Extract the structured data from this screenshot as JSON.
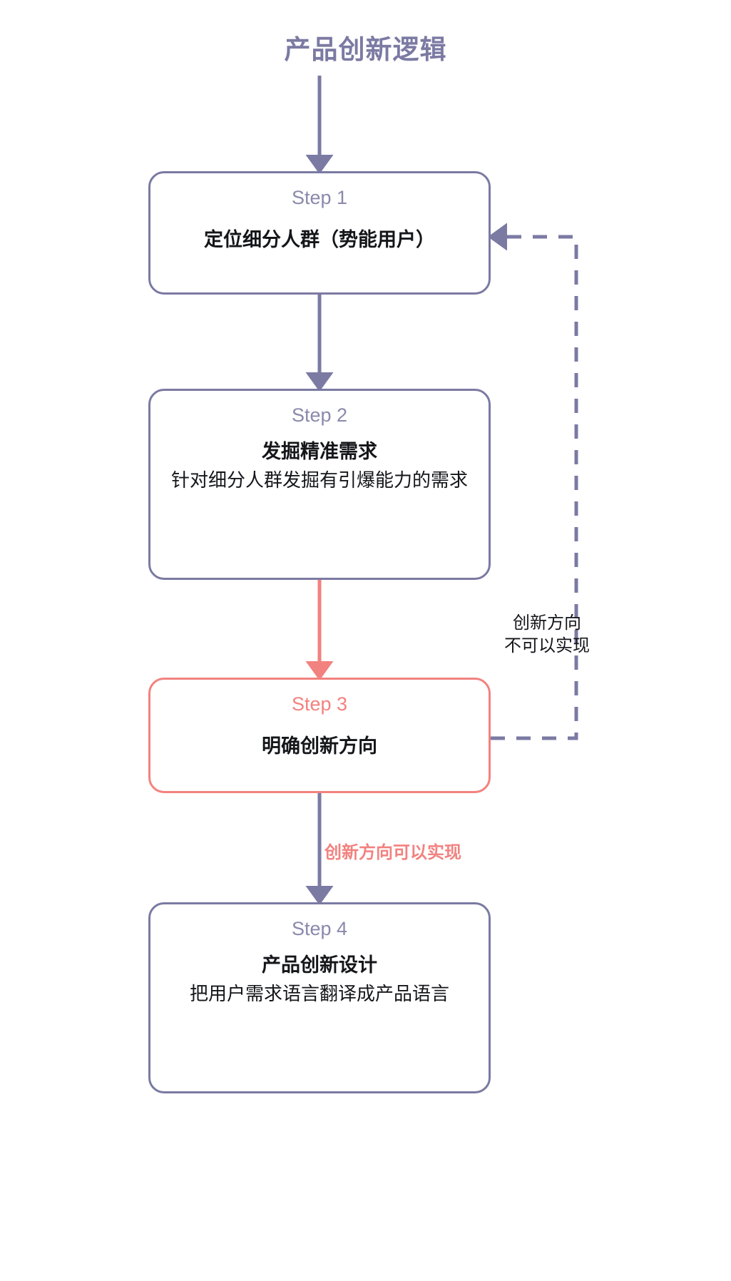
{
  "title": "产品创新逻辑",
  "colors": {
    "purple": "#7b7aa3",
    "purple_light": "#8a89ac",
    "accent_red": "#f2827f",
    "text": "#15161a",
    "background": "#ffffff"
  },
  "chart_data": {
    "type": "diagram",
    "title": "产品创新逻辑",
    "nodes": [
      {
        "id": "step1",
        "step": "Step 1",
        "title": "定位细分人群（势能用户）",
        "desc": "",
        "accent": false
      },
      {
        "id": "step2",
        "step": "Step 2",
        "title": "发掘精准需求",
        "desc": "针对细分人群发掘有引爆能力的需求",
        "accent": false
      },
      {
        "id": "step3",
        "step": "Step 3",
        "title": "明确创新方向",
        "desc": "",
        "accent": true
      },
      {
        "id": "step4",
        "step": "Step 4",
        "title": "产品创新设计",
        "desc": "把用户需求语言翻译成产品语言",
        "accent": false
      }
    ],
    "edges": [
      {
        "from": "title",
        "to": "step1",
        "label": "",
        "style": "solid",
        "color": "#7b7aa3"
      },
      {
        "from": "step1",
        "to": "step2",
        "label": "",
        "style": "solid",
        "color": "#7b7aa3"
      },
      {
        "from": "step2",
        "to": "step3",
        "label": "",
        "style": "solid",
        "color": "#f2827f"
      },
      {
        "from": "step3",
        "to": "step1",
        "label": "创新方向\n不可以实现",
        "style": "dashed",
        "color": "#7b7aa3"
      },
      {
        "from": "step3",
        "to": "step4",
        "label": "创新方向可以实现",
        "style": "solid",
        "color": "#7b7aa3"
      }
    ]
  },
  "nodes": {
    "step1": {
      "step": "Step 1",
      "title": "定位细分人群（势能用户）"
    },
    "step2": {
      "step": "Step 2",
      "title": "发掘精准需求",
      "desc": "针对细分人群发掘有引爆能力的需求"
    },
    "step3": {
      "step": "Step 3",
      "title": "明确创新方向"
    },
    "step4": {
      "step": "Step 4",
      "title": "产品创新设计",
      "desc": "把用户需求语言翻译成产品语言"
    }
  },
  "labels": {
    "fail_line1": "创新方向",
    "fail_line2": "不可以实现",
    "pass": "创新方向可以实现"
  }
}
